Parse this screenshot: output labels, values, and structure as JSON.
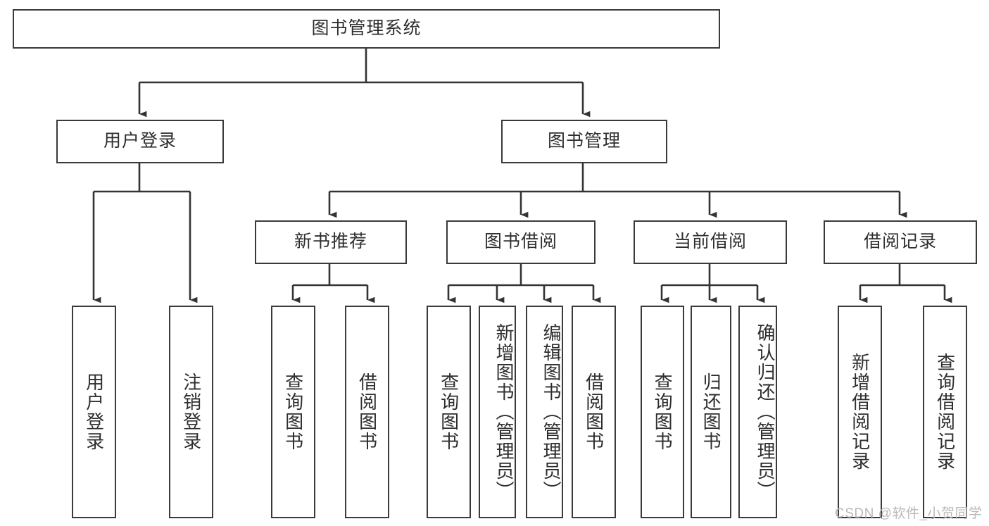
{
  "diagram": {
    "title": "图书管理系统",
    "type": "tree",
    "watermark": "CSDN @软件_小贺同学",
    "colors": {
      "background": "#ffffff",
      "node_border": "#3a3a3a",
      "node_fill": "#ffffff",
      "text": "#2e2e2e",
      "edge": "#333333",
      "watermark": "#b9b9b9"
    },
    "levels": {
      "level1": [
        {
          "id": "root",
          "label": "图书管理系统",
          "orientation": "horizontal"
        }
      ],
      "level2": [
        {
          "id": "user-login",
          "label": "用户登录",
          "orientation": "horizontal"
        },
        {
          "id": "book-manage",
          "label": "图书管理",
          "orientation": "horizontal"
        }
      ],
      "level3": [
        {
          "id": "new-book-rec",
          "label": "新书推荐",
          "orientation": "horizontal"
        },
        {
          "id": "book-borrow",
          "label": "图书借阅",
          "orientation": "horizontal"
        },
        {
          "id": "current-borrow",
          "label": "当前借阅",
          "orientation": "horizontal"
        },
        {
          "id": "borrow-record",
          "label": "借阅记录",
          "orientation": "horizontal"
        }
      ],
      "level4": [
        {
          "id": "leaf-user-login",
          "label": "用户登录",
          "parent": "user-login",
          "orientation": "vertical",
          "align": "center"
        },
        {
          "id": "leaf-user-logout",
          "label": "注销登录",
          "parent": "user-login",
          "orientation": "vertical",
          "align": "center"
        },
        {
          "id": "leaf-query-book-rec",
          "label": "查询图书",
          "parent": "new-book-rec",
          "orientation": "vertical",
          "align": "center"
        },
        {
          "id": "leaf-borrow-book-rec",
          "label": "借阅图书",
          "parent": "new-book-rec",
          "orientation": "vertical",
          "align": "center"
        },
        {
          "id": "leaf-query-book-borrow",
          "label": "查询图书",
          "parent": "book-borrow",
          "orientation": "vertical",
          "align": "center"
        },
        {
          "id": "leaf-add-book",
          "label": "新增图书（管理员）",
          "parent": "book-borrow",
          "orientation": "vertical",
          "align": "top"
        },
        {
          "id": "leaf-edit-book",
          "label": "编辑图书（管理员）",
          "parent": "book-borrow",
          "orientation": "vertical",
          "align": "top"
        },
        {
          "id": "leaf-borrow-book",
          "label": "借阅图书",
          "parent": "book-borrow",
          "orientation": "vertical",
          "align": "center"
        },
        {
          "id": "leaf-query-book-cur",
          "label": "查询图书",
          "parent": "current-borrow",
          "orientation": "vertical",
          "align": "center"
        },
        {
          "id": "leaf-return-book",
          "label": "归还图书",
          "parent": "current-borrow",
          "orientation": "vertical",
          "align": "center"
        },
        {
          "id": "leaf-confirm-return",
          "label": "确认归还（管理员）",
          "parent": "current-borrow",
          "orientation": "vertical",
          "align": "top"
        },
        {
          "id": "leaf-add-record",
          "label": "新增借阅记录",
          "parent": "borrow-record",
          "orientation": "vertical",
          "align": "center"
        },
        {
          "id": "leaf-query-record",
          "label": "查询借阅记录",
          "parent": "borrow-record",
          "orientation": "vertical",
          "align": "center"
        }
      ]
    }
  }
}
